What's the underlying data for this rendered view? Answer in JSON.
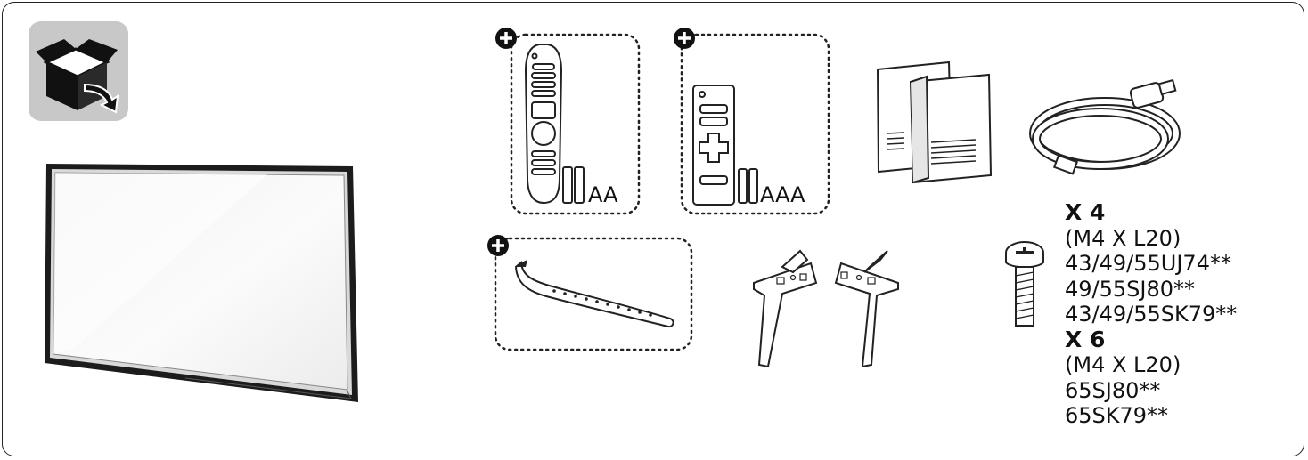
{
  "battery_labels": {
    "magic_remote": "AA",
    "basic_remote": "AAA"
  },
  "screw_spec": {
    "group1": {
      "quantity": "X 4",
      "size": "(M4 X L20)",
      "models": [
        "43/49/55UJ74**",
        "49/55SJ80**",
        "43/49/55SK79**"
      ]
    },
    "group2": {
      "quantity": "X 6",
      "size": "(M4 X L20)",
      "models": [
        "65SJ80**",
        "65SK79**"
      ]
    }
  },
  "icons": {
    "unpack": "unpack-box-icon",
    "optional": "plus-circle-icon"
  },
  "colors": {
    "line": "#222222",
    "icon_bg": "#c8c8c8",
    "outline": "#1a1a1a"
  }
}
